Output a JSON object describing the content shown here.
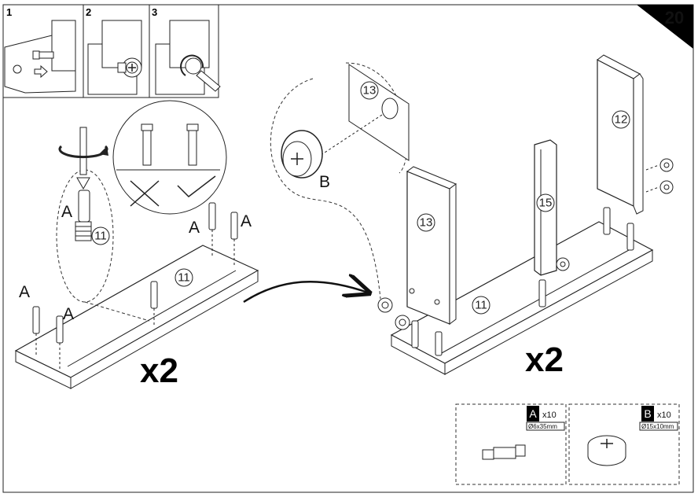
{
  "page_number": "20",
  "steps": [
    "1",
    "2",
    "3"
  ],
  "part_labels": {
    "a": "A",
    "b": "B"
  },
  "part_numbers": {
    "p11": "11",
    "p12": "12",
    "p13": "13",
    "p15": "15"
  },
  "multiplier": "x2",
  "legend": {
    "a": {
      "letter": "A",
      "qty": "x10",
      "spec": "Ø6x35mm"
    },
    "b": {
      "letter": "B",
      "qty": "x10",
      "spec": "Ø15x10mm"
    }
  },
  "colors": {
    "ink": "#111111",
    "paper": "#ffffff",
    "badge": "#000000"
  }
}
